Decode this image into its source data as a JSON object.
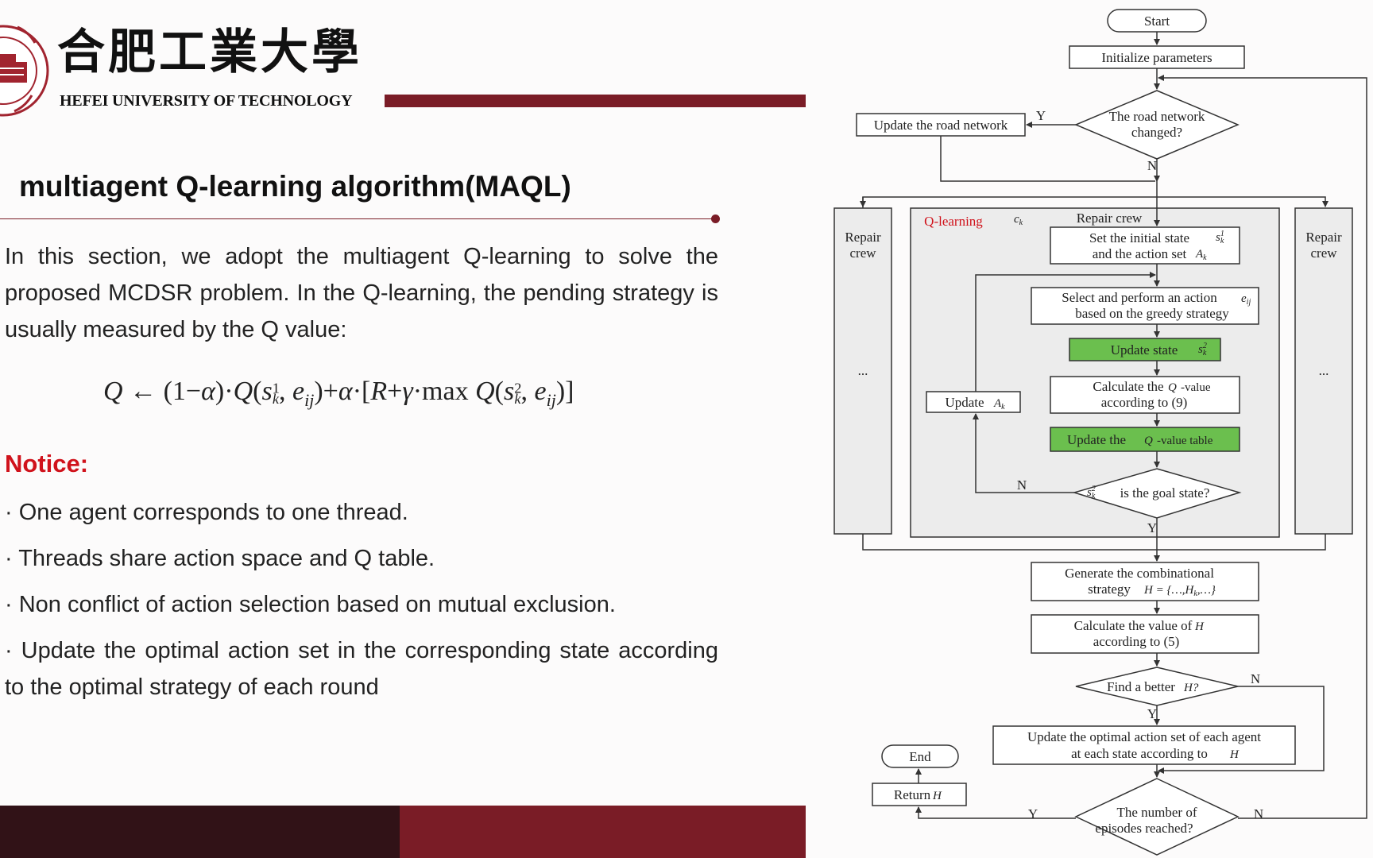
{
  "header": {
    "logo_cn": "合肥工業大學",
    "logo_en": "HEFEI UNIVERSITY OF  TECHNOLOGY"
  },
  "slide": {
    "title": "multiagent Q-learning algorithm(MAQL)",
    "paragraph": "In this section, we adopt the multiagent Q-learning to solve the proposed MCDSR problem. In the Q-learning, the pending strategy is usually measured by the Q value:",
    "notice_label": "Notice:",
    "bullets": [
      "· One agent corresponds to one thread.",
      "· Threads share action space and Q table.",
      "· Non conflict of action selection based on mutual exclusion.",
      "· Update the optimal action set in the corresponding state according to the optimal strategy of each round"
    ]
  },
  "colors": {
    "brand": "#7a1c26",
    "footer_dark": "#311217",
    "notice": "#d0121b",
    "green_box": "#6bbf4e"
  },
  "flowchart": {
    "start": "Start",
    "init": "Initialize  parameters",
    "road_changed_1": "The road network",
    "road_changed_2": "changed?",
    "update_road": "Update the road network",
    "yes": "Y",
    "no": "N",
    "repair_crew_side_1": "Repair",
    "repair_crew_side_2": "crew",
    "ellipsis": "...",
    "q_learning": "Q-learning",
    "repair_crew_center": "Repair crew",
    "set_initial_1": "Set the initial state",
    "set_initial_2": "and the action set",
    "select_action_1": "Select and perform an action",
    "select_action_2": "based on the greedy strategy",
    "update_state": "Update state",
    "calc_q_1": "Calculate the",
    "calc_q_2": "according to (9)",
    "update_a": "Update",
    "update_qtable": "Update the",
    "goal_state": "is the goal state?",
    "generate_1": "Generate the combinational",
    "generate_2": "strategy",
    "calc_h_1": "Calculate the value of",
    "calc_h_2": "according to (5)",
    "better_h": "Find a better",
    "update_optimal_1": "Update the optimal action set of each agent",
    "update_optimal_2": "at each state according to",
    "episodes_1": "The number of",
    "episodes_2": "episodes reached?",
    "end": "End",
    "return_h": "Return"
  }
}
